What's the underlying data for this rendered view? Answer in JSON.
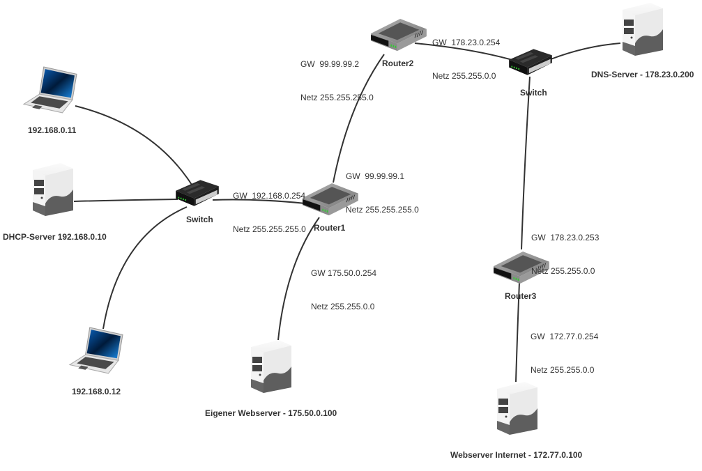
{
  "diagram": {
    "nodes": {
      "laptop1": {
        "type": "laptop",
        "label": "192.168.0.11"
      },
      "laptop2": {
        "type": "laptop",
        "label": "192.168.0.12"
      },
      "dhcp": {
        "type": "server",
        "label": "DHCP-Server 192.168.0.10"
      },
      "switch1": {
        "type": "switch",
        "label": "Switch"
      },
      "router1": {
        "type": "router",
        "label": "Router1"
      },
      "router2": {
        "type": "router",
        "label": "Router2"
      },
      "switch2": {
        "type": "switch",
        "label": "Switch"
      },
      "dns": {
        "type": "server",
        "label": "DNS-Server - 178.23.0.200"
      },
      "router3": {
        "type": "router",
        "label": "Router3"
      },
      "webserver_own": {
        "type": "server",
        "label": "Eigener Webserver - 175.50.0.100"
      },
      "webserver_internet": {
        "type": "server",
        "label": "Webserver Internet - 172.77.0.100"
      }
    },
    "links": [
      [
        "laptop1",
        "switch1"
      ],
      [
        "dhcp",
        "switch1"
      ],
      [
        "laptop2",
        "switch1"
      ],
      [
        "switch1",
        "router1"
      ],
      [
        "router1",
        "router2"
      ],
      [
        "router1",
        "webserver_own"
      ],
      [
        "router2",
        "switch2"
      ],
      [
        "switch2",
        "dns"
      ],
      [
        "switch2",
        "router3"
      ],
      [
        "router3",
        "webserver_internet"
      ]
    ],
    "annotations": {
      "r1_lan": {
        "gw": "GW  192.168.0.254",
        "netz": "Netz 255.255.255.0"
      },
      "r1_wan": {
        "gw": "GW  99.99.99.1",
        "netz": "Netz 255.255.255.0"
      },
      "r1_web": {
        "gw": "GW 175.50.0.254",
        "netz": "Netz 255.255.0.0"
      },
      "r2_wan": {
        "gw": "GW  99.99.99.2",
        "netz": "Netz 255.255.255.0"
      },
      "r2_lan": {
        "gw": "GW  178.23.0.254",
        "netz": "Netz 255.255.0.0"
      },
      "r3_up": {
        "gw": "GW  178.23.0.253",
        "netz": "Netz 255.255.0.0"
      },
      "r3_down": {
        "gw": "GW  172.77.0.254",
        "netz": "Netz 255.255.0.0"
      }
    }
  }
}
